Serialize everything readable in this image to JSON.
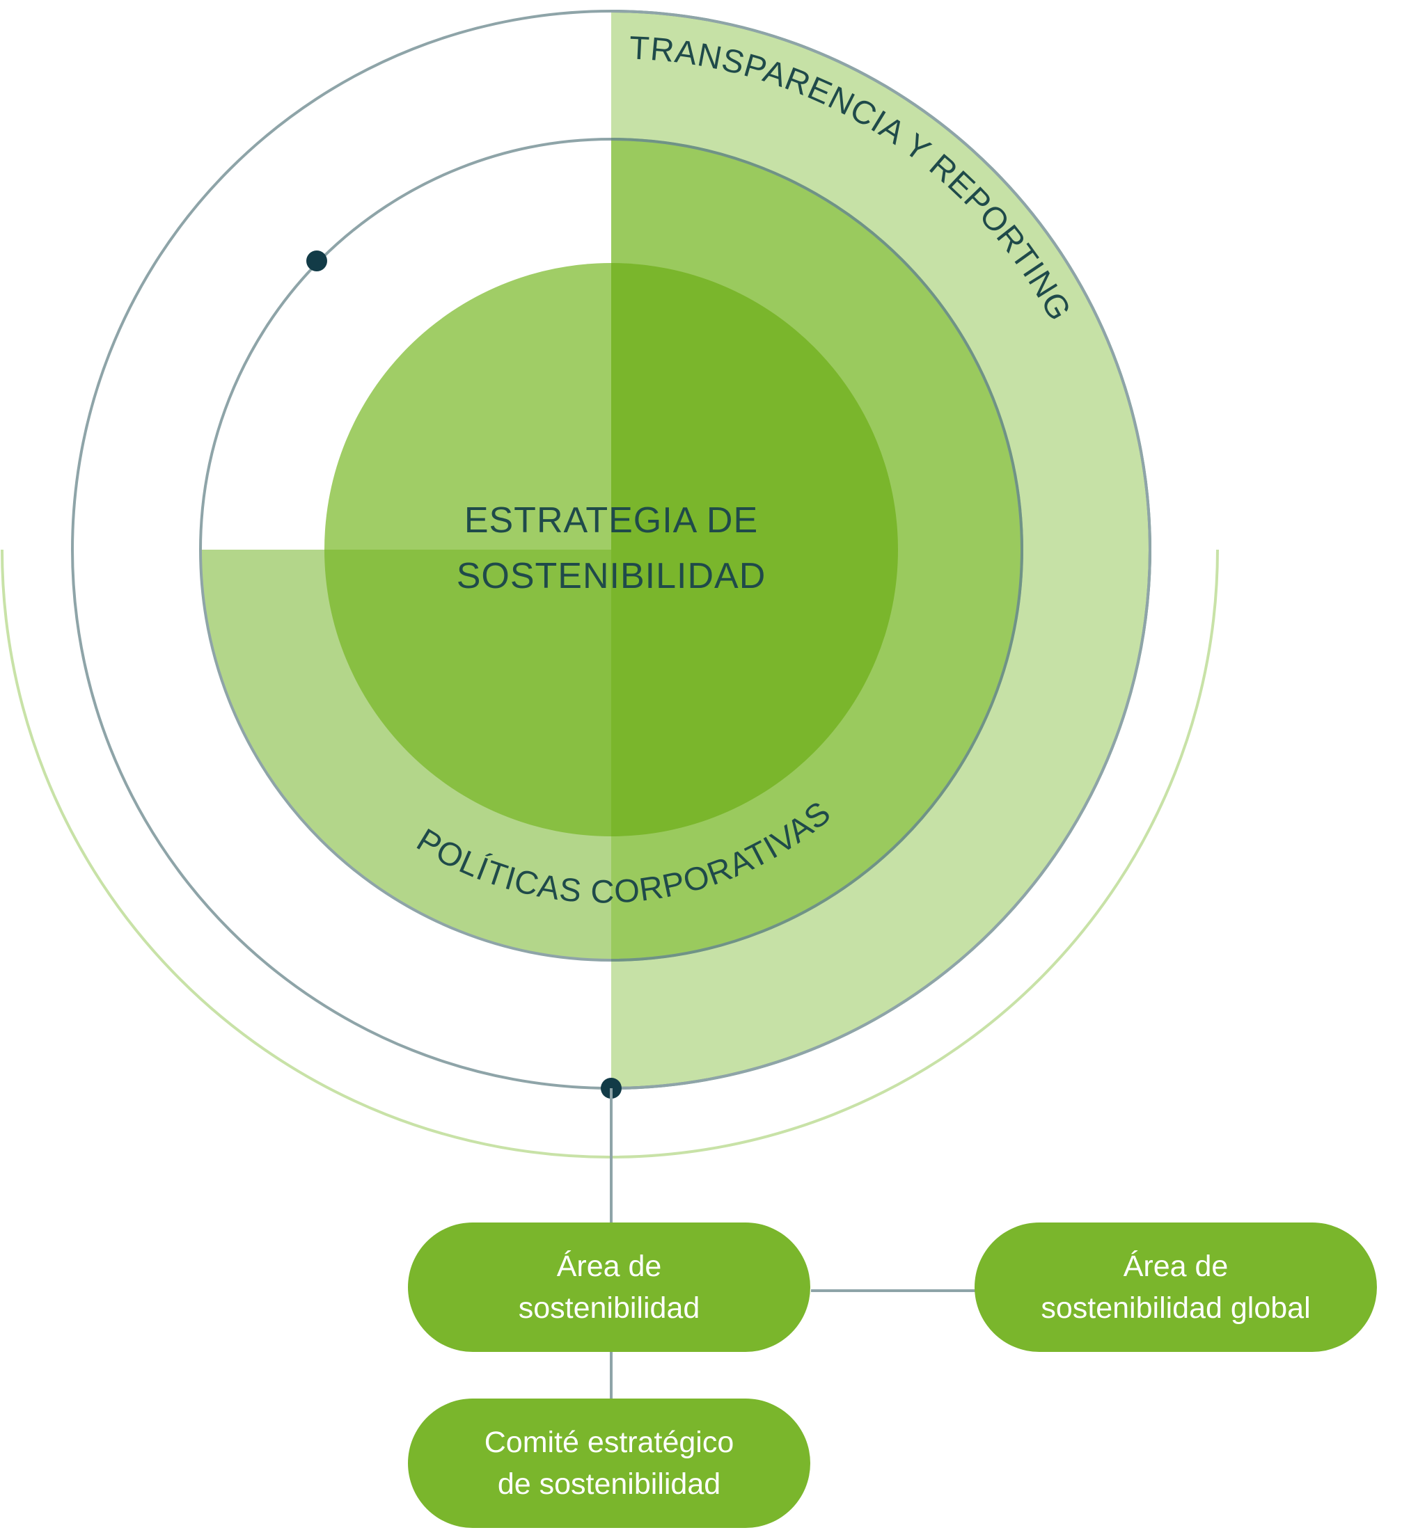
{
  "diagram": {
    "center": {
      "line1": "ESTRATEGIA DE",
      "line2": "SOSTENIBILIDAD"
    },
    "rings": {
      "outer_label": "TRANSPARENCIA Y REPORTING",
      "middle_label": "POLÍTICAS  CORPORATIVAS"
    },
    "boxes": {
      "area_sostenibilidad": {
        "line1": "Área de",
        "line2": "sostenibilidad"
      },
      "area_global": {
        "line1": "Área de",
        "line2": "sostenibilidad global"
      },
      "comite": {
        "line1": "Comité estratégico",
        "line2": "de sostenibilidad"
      }
    },
    "colors": {
      "dark_green": "#7ab62c",
      "mid_green": "#9aca5e",
      "light_green": "#b3d68a",
      "pale_green": "#c6e1a6",
      "ring_outline": "#8ea4a8",
      "dot": "#123b47",
      "text": "#1f4a4a"
    }
  }
}
